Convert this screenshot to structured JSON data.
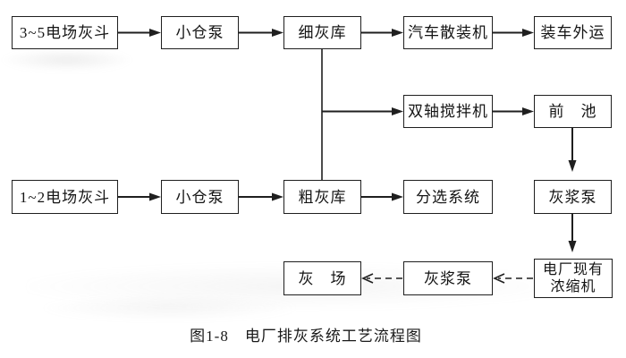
{
  "figure": {
    "caption": "图1-8　电厂排灰系统工艺流程图"
  },
  "colors": {
    "background": "#ffffff",
    "line": "#1f1f1f",
    "box_border": "#1f1f1f",
    "text": "#141414"
  },
  "nodes": [
    {
      "id": "hopper-3-5",
      "label": "3~5电场灰斗"
    },
    {
      "id": "small-silo-pump-a",
      "label": "小仓泵"
    },
    {
      "id": "fine-ash-silo",
      "label": "细灰库"
    },
    {
      "id": "truck-bulk-loader",
      "label": "汽车散装机"
    },
    {
      "id": "truck-load-out",
      "label": "装车外运"
    },
    {
      "id": "twin-shaft-mixer",
      "label": "双轴搅拌机"
    },
    {
      "id": "fore-pond",
      "label": "前　池"
    },
    {
      "id": "hopper-1-2",
      "label": "1~2电场灰斗"
    },
    {
      "id": "small-silo-pump-b",
      "label": "小仓泵"
    },
    {
      "id": "coarse-ash-silo",
      "label": "粗灰库"
    },
    {
      "id": "sorting-system",
      "label": "分选系统"
    },
    {
      "id": "ash-slurry-pump-a",
      "label": "灰浆泵"
    },
    {
      "id": "ash-yard",
      "label": "灰　场"
    },
    {
      "id": "ash-slurry-pump-b",
      "label": "灰浆泵"
    },
    {
      "id": "plant-existing-thickener",
      "label": "电厂现有\n浓缩机"
    }
  ],
  "edges": [
    {
      "from": "hopper-3-5",
      "to": "small-silo-pump-a",
      "style": "solid-arrow"
    },
    {
      "from": "small-silo-pump-a",
      "to": "fine-ash-silo",
      "style": "solid-arrow"
    },
    {
      "from": "fine-ash-silo",
      "to": "truck-bulk-loader",
      "style": "solid-arrow"
    },
    {
      "from": "truck-bulk-loader",
      "to": "truck-load-out",
      "style": "solid-arrow"
    },
    {
      "from": "fine-ash-silo",
      "to": "twin-shaft-mixer",
      "style": "solid-arrow"
    },
    {
      "from": "fine-ash-silo",
      "to": "coarse-ash-silo",
      "style": "solid-line"
    },
    {
      "from": "twin-shaft-mixer",
      "to": "fore-pond",
      "style": "solid-arrow"
    },
    {
      "from": "fore-pond",
      "to": "ash-slurry-pump-a",
      "style": "solid-arrow"
    },
    {
      "from": "hopper-1-2",
      "to": "small-silo-pump-b",
      "style": "solid-arrow"
    },
    {
      "from": "small-silo-pump-b",
      "to": "coarse-ash-silo",
      "style": "solid-arrow"
    },
    {
      "from": "coarse-ash-silo",
      "to": "sorting-system",
      "style": "solid-arrow"
    },
    {
      "from": "ash-slurry-pump-a",
      "to": "plant-existing-thickener",
      "style": "solid-arrow"
    },
    {
      "from": "plant-existing-thickener",
      "to": "ash-slurry-pump-b",
      "style": "dashed-arrow"
    },
    {
      "from": "ash-slurry-pump-b",
      "to": "ash-yard",
      "style": "dashed-arrow"
    }
  ]
}
